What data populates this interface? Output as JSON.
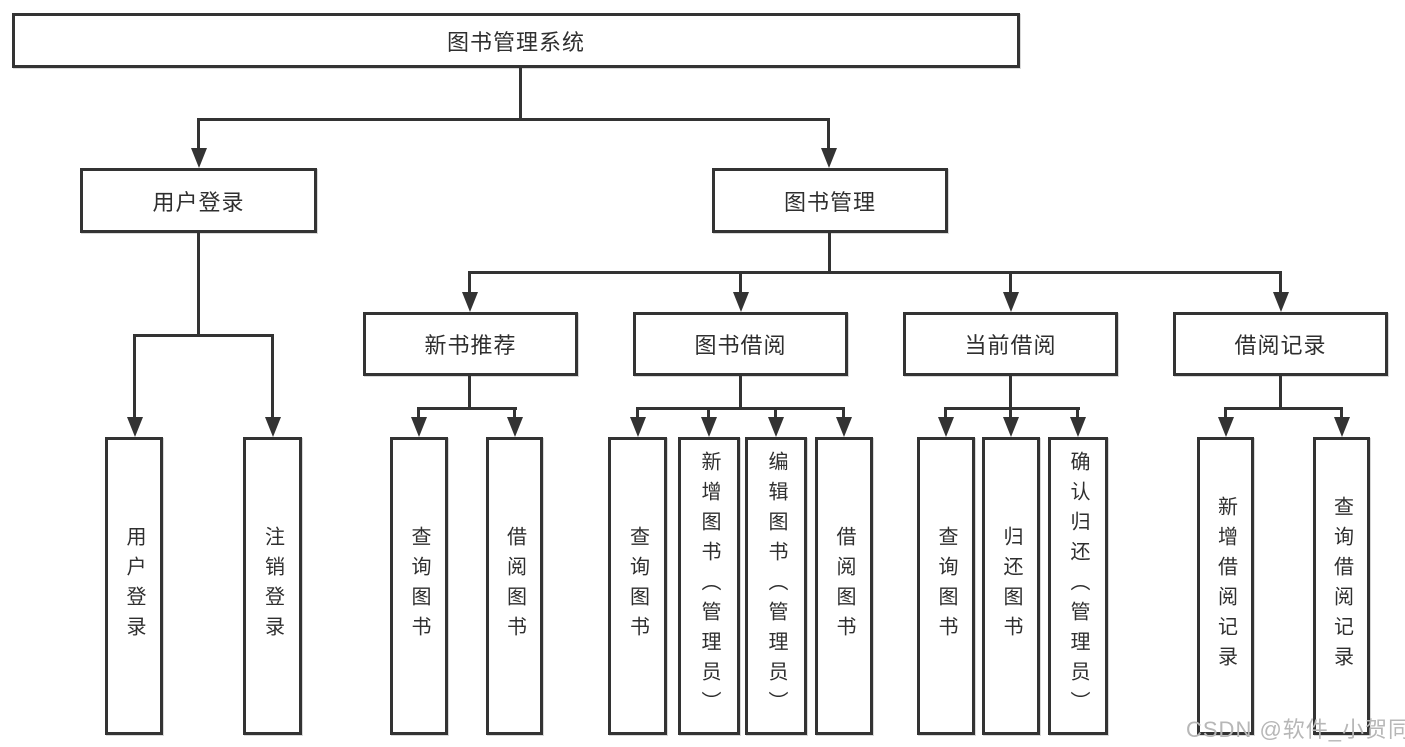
{
  "diagram": {
    "root": {
      "label": "图书管理系统",
      "children": [
        {
          "label": "用户登录",
          "children": [
            {
              "label": "用户登录"
            },
            {
              "label": "注销登录"
            }
          ]
        },
        {
          "label": "图书管理",
          "children": [
            {
              "label": "新书推荐",
              "children": [
                {
                  "label": "查询图书"
                },
                {
                  "label": "借阅图书"
                }
              ]
            },
            {
              "label": "图书借阅",
              "children": [
                {
                  "label": "查询图书"
                },
                {
                  "label": "新增图书（管理员）"
                },
                {
                  "label": "编辑图书（管理员）"
                },
                {
                  "label": "借阅图书"
                }
              ]
            },
            {
              "label": "当前借阅",
              "children": [
                {
                  "label": "查询图书"
                },
                {
                  "label": "归还图书"
                },
                {
                  "label": "确认归还（管理员）"
                }
              ]
            },
            {
              "label": "借阅记录",
              "children": [
                {
                  "label": "新增借阅记录"
                },
                {
                  "label": "查询借阅记录"
                }
              ]
            }
          ]
        }
      ]
    }
  },
  "watermark": {
    "text": "CSDN @软件_小贺同学"
  },
  "colors": {
    "line": "#333333",
    "text": "#2f2f2f",
    "background": "#ffffff",
    "watermark": "#b7b7b7"
  }
}
